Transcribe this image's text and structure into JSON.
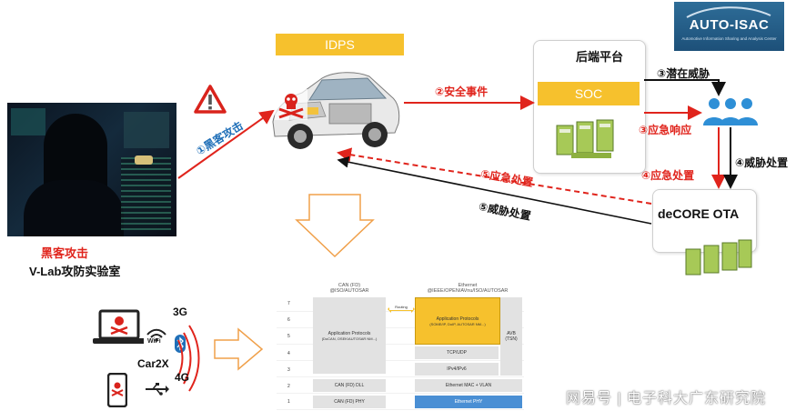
{
  "hacker": {
    "caption_red": "黑客攻击",
    "caption_black": "V-Lab攻防实验室"
  },
  "vehicle": {
    "idps_label": "IDPS"
  },
  "backend": {
    "title": "后端平台",
    "soc_label": "SOC"
  },
  "decore": {
    "label": "deCORE OTA"
  },
  "logo": {
    "title": "AUTO-ISAC",
    "subtitle": "Automotive Information Sharing and Analysis Center"
  },
  "flows": {
    "f1": "①黑客攻击",
    "f2": "②安全事件",
    "f3a": "③潜在威胁",
    "f3b": "③应急响应",
    "f4a": "④应急处置",
    "f4b": "④威胁处置",
    "f5a": "⑤应急处置",
    "f5b": "⑤威胁处置"
  },
  "devices": {
    "label_3g": "3G",
    "label_car2x": "Car2X",
    "label_4g": "4G",
    "wifi_text": "WiFi"
  },
  "stack": {
    "can_header": "CAN (FD)\n@ISO/AUTOSAR",
    "eth_header": "Ethernet\n@IEEE/OPEN/AVnu/ISO/AUTOSAR",
    "routing": "Routing",
    "layers": [
      "7",
      "6",
      "5",
      "4",
      "3",
      "2",
      "1"
    ],
    "can_app": "Application Protocols",
    "can_app_sub": "(DoCAN, OSEK/AUTOSAR NM...)",
    "can_dll": "CAN (FD) DLL",
    "can_phy": "CAN (FD) PHY",
    "eth_app": "Application Protocols",
    "eth_app_sub": "(SOME/IP, DoIP, AUTOSAR NM...)",
    "avb": "AVB\n(TSN)",
    "tcp": "TCP/UDP",
    "ip": "IPv4/IPv6",
    "mac": "Ethernet MAC + VLAN",
    "phy": "Ethernet PHY"
  },
  "watermark": "网易号 | 电子科大广东研究院",
  "colors": {
    "accent_yellow": "#f6c12d",
    "attack_red": "#e0241c",
    "flow_blue": "#1f6fb8",
    "eth_phy_blue": "#4a8fd4",
    "outline_orange": "#f0a04a"
  }
}
